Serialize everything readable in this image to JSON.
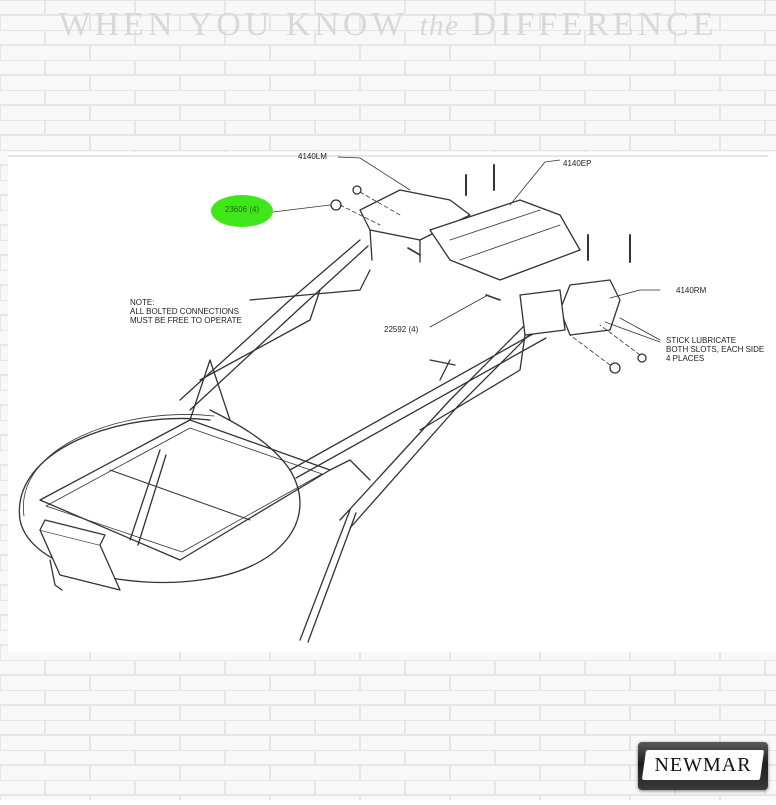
{
  "banner": {
    "part1": "WHEN YOU KNOW",
    "part2": "the",
    "part3": "DIFFERENCE"
  },
  "callouts": {
    "lm": "4140LM",
    "ep": "4140EP",
    "rm": "4140RM",
    "bolt": "22592 (4)",
    "nut": "23606 (4)"
  },
  "note": "NOTE:\nALL BOLTED CONNECTIONS\nMUST BE FREE TO OPERATE",
  "stick_note": "STICK LUBRICATE\nBOTH SLOTS, EACH SIDE\n4 PLACES",
  "logo": {
    "text": "NEWMAR"
  },
  "colors": {
    "highlight": "#3fe61a",
    "line": "#333333"
  }
}
